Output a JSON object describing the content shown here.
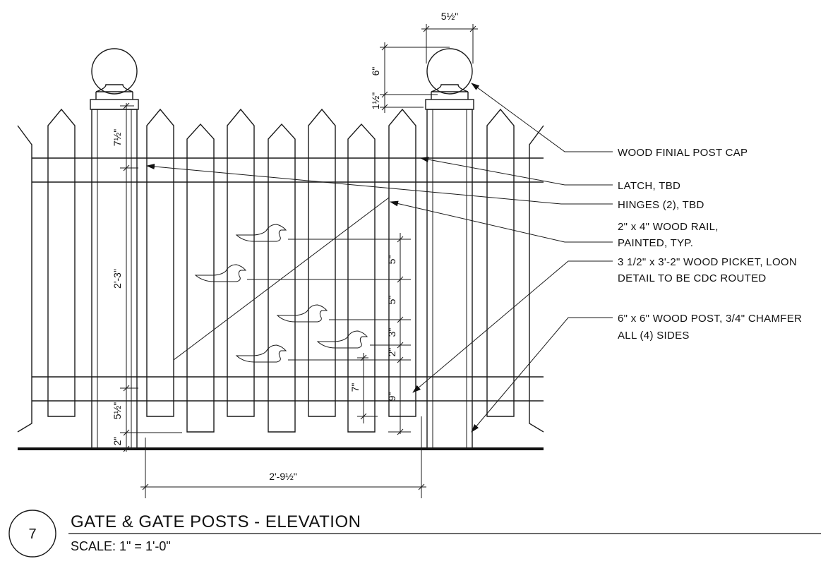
{
  "dimensions": {
    "finial_width": "5½\"",
    "finial_height": "6\"",
    "cap_height": "1½\"",
    "post_top": "7½\"",
    "post_mid": "2'-3\"",
    "post_bottom": "5½\"",
    "ground_gap": "2\"",
    "gate_width": "2'-9½\"",
    "loon_spacing_1": "5\"",
    "loon_spacing_2": "5\"",
    "loon_spacing_3": "3\"",
    "loon_spacing_4": "2\"",
    "picket_bottom": "9\"",
    "picket_notch": "7\""
  },
  "callouts": {
    "finial": "WOOD FINIAL POST CAP",
    "latch": "LATCH, TBD",
    "hinges": "HINGES (2), TBD",
    "rail_1": "2\" x 4\" WOOD RAIL,",
    "rail_2": "PAINTED, TYP.",
    "picket_1": "3 1/2\" x 3'-2\" WOOD PICKET, LOON",
    "picket_2": "DETAIL TO BE CDC ROUTED",
    "post_1": "6\" x 6\" WOOD POST, 3/4\" CHAMFER",
    "post_2": "ALL (4) SIDES"
  },
  "title_block": {
    "number": "7",
    "title": "GATE & GATE POSTS - ELEVATION",
    "scale": "SCALE: 1\" = 1'-0\""
  }
}
